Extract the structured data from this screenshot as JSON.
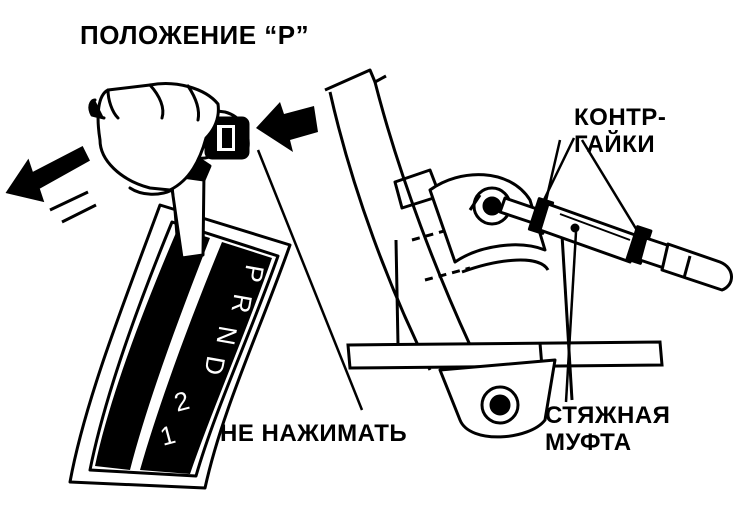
{
  "labels": {
    "title": "ПОЛОЖЕНИЕ “Р”",
    "locknuts": [
      "КОНТР-",
      "ГАЙКИ"
    ],
    "no_press": "НЕ НАЖИМАТЬ",
    "coupling": [
      "СТЯЖНАЯ",
      "МУФТА"
    ]
  },
  "gate_letters": [
    "P",
    "R",
    "N",
    "D",
    "2",
    "1"
  ],
  "colors": {
    "ink": "#000000",
    "paper": "#ffffff"
  }
}
